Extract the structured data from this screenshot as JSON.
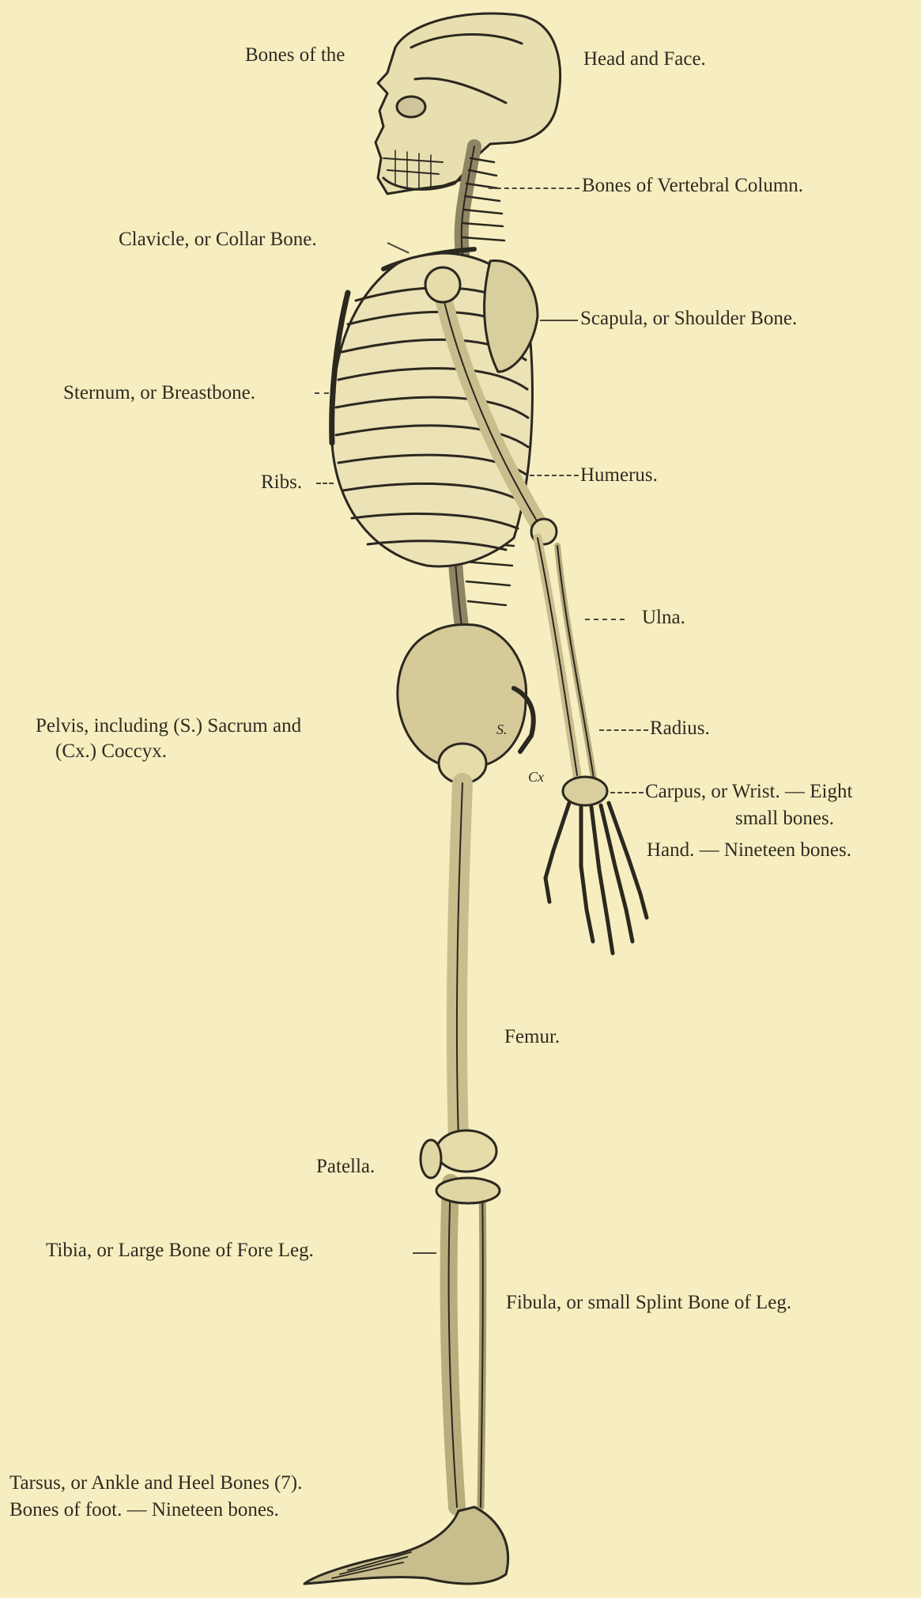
{
  "labels": {
    "bones_of_the": "Bones of the",
    "head_and_face": "Head and Face.",
    "vertebral": "Bones of Vertebral Column.",
    "clavicle": "Clavicle, or Collar Bone.",
    "scapula": "Scapula, or Shoulder Bone.",
    "sternum": "Sternum, or Breastbone.",
    "ribs": "Ribs.",
    "humerus": "Humerus.",
    "ulna": "Ulna.",
    "pelvis_line1": "Pelvis, including (S.) Sacrum and",
    "pelvis_line2": "(Cx.) Coccyx.",
    "radius": "Radius.",
    "carpus_line1": "Carpus, or Wrist. — Eight",
    "carpus_line2": "small bones.",
    "hand": "Hand. — Nineteen bones.",
    "femur": "Femur.",
    "patella": "Patella.",
    "tibia": "Tibia, or Large Bone of Fore Leg.",
    "fibula": "Fibula, or small Splint Bone of Leg.",
    "tarsus_line1": "Tarsus, or Ankle and Heel Bones (7).",
    "tarsus_line2": "Bones of foot. — Nineteen bones."
  },
  "markers": {
    "sacrum": "S.",
    "coccyx": "Cx"
  }
}
